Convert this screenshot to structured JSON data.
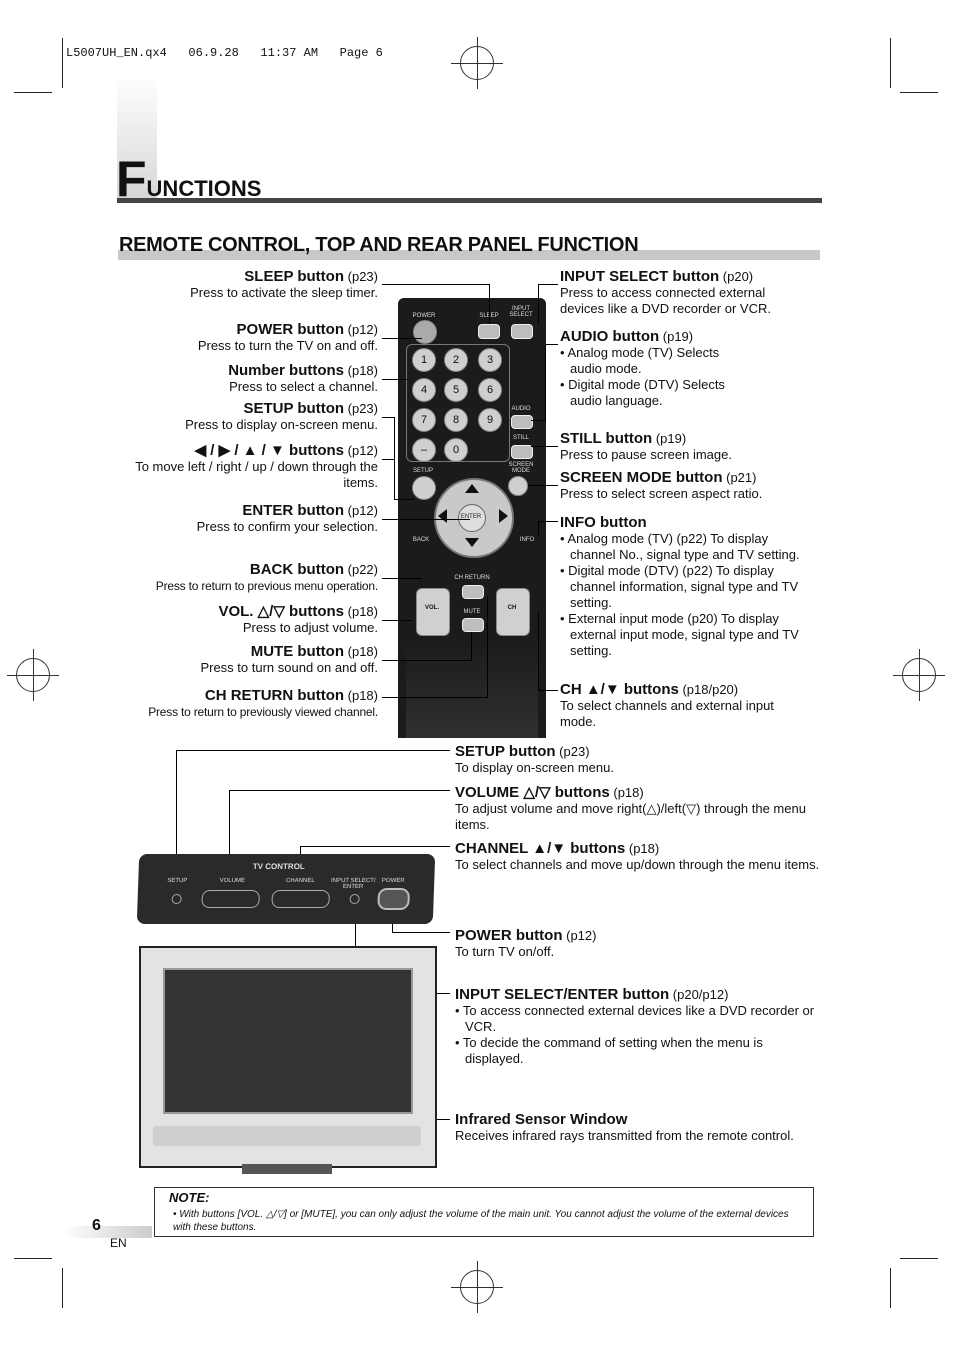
{
  "print_slug": "L5007UH_EN.qx4   06.9.28   11:37 AM   Page 6",
  "title": {
    "initial": "F",
    "rest": "UNCTIONS"
  },
  "section_title": "REMOTE CONTROL, TOP AND REAR PANEL FUNCTION",
  "left_callouts": [
    {
      "name": "SLEEP button",
      "ref": "(p23)",
      "desc": "Press to activate the sleep timer."
    },
    {
      "name": "POWER button",
      "ref": "(p12)",
      "desc": "Press to turn the TV on and off."
    },
    {
      "name": "Number buttons",
      "ref": "(p18)",
      "desc": "Press to select a channel."
    },
    {
      "name": "SETUP button",
      "ref": "(p23)",
      "desc": "Press to display on-screen menu."
    },
    {
      "name": "◀ / ▶ / ▲ / ▼ buttons",
      "ref": "(p12)",
      "desc": "To move left / right / up / down through the items."
    },
    {
      "name": "ENTER button",
      "ref": "(p12)",
      "desc": "Press to confirm your selection."
    },
    {
      "name": "BACK button",
      "ref": "(p22)",
      "desc": "Press to return to previous menu operation."
    },
    {
      "name": "VOL. △/▽ buttons",
      "ref": "(p18)",
      "desc": "Press to adjust volume."
    },
    {
      "name": "MUTE button",
      "ref": "(p18)",
      "desc": "Press to turn sound on and off."
    },
    {
      "name": "CH RETURN button",
      "ref": "(p18)",
      "desc": "Press to return to previously viewed channel."
    }
  ],
  "right_callouts": [
    {
      "name": "INPUT SELECT button",
      "ref": "(p20)",
      "desc": "Press to access connected external devices like a DVD recorder or VCR."
    },
    {
      "name": "AUDIO button",
      "ref": "(p19)",
      "bullets": [
        "• Analog mode (TV) Selects audio mode.",
        "• Digital mode (DTV) Selects audio language."
      ]
    },
    {
      "name": "STILL button",
      "ref": "(p19)",
      "desc": "Press to pause screen image."
    },
    {
      "name": "SCREEN MODE button",
      "ref": "(p21)",
      "desc": "Press to select screen aspect ratio."
    },
    {
      "name": "INFO button",
      "ref": "",
      "bullets": [
        "• Analog mode (TV) (p22) To display channel No., signal type and TV setting.",
        "• Digital mode (DTV) (p22) To display channel information, signal type and TV setting.",
        "• External input mode (p20) To display external input mode, signal type and TV setting."
      ]
    },
    {
      "name": "CH ▲/▼ buttons",
      "ref": "(p18/p20)",
      "desc": "To select channels and external input mode."
    }
  ],
  "panel_callouts": [
    {
      "name": "SETUP button",
      "ref": "(p23)",
      "desc": "To display on-screen menu."
    },
    {
      "name": "VOLUME △/▽ buttons",
      "ref": "(p18)",
      "desc": "To adjust volume and move right(△)/left(▽) through the menu items."
    },
    {
      "name": "CHANNEL ▲/▼ buttons",
      "ref": "(p18)",
      "desc": "To select channels and move up/down through the menu items."
    },
    {
      "name": "POWER button",
      "ref": "(p12)",
      "desc": "To turn TV on/off."
    },
    {
      "name": "INPUT SELECT/ENTER button",
      "ref": "(p20/p12)",
      "bullets": [
        "• To access connected external devices like a DVD recorder or VCR.",
        "• To decide the command of setting when the menu is displayed."
      ]
    },
    {
      "name": "Infrared Sensor Window",
      "ref": "",
      "desc": "Receives infrared rays transmitted from the remote control."
    }
  ],
  "remote_labels": {
    "power": "POWER",
    "sleep": "SLEEP",
    "input_select": "INPUT SELECT",
    "audio": "AUDIO",
    "still": "STILL",
    "setup": "SETUP",
    "screen_mode": "SCREEN MODE",
    "enter": "ENTER",
    "back": "BACK",
    "info": "INFO",
    "ch_return": "CH RETURN",
    "vol": "VOL.",
    "mute": "MUTE",
    "ch": "CH",
    "digits": [
      "1",
      "2",
      "3",
      "4",
      "5",
      "6",
      "7",
      "8",
      "9",
      "–",
      "0"
    ]
  },
  "panel_labels": {
    "tv_control": "TV CONTROL",
    "setup": "SETUP",
    "volume": "VOLUME",
    "channel": "CHANNEL",
    "input_select": "INPUT SELECT/ ENTER",
    "power": "POWER"
  },
  "note": {
    "label": "NOTE:",
    "text": "• With buttons [VOL. △/▽] or [MUTE], you can only adjust the volume of the main unit. You cannot adjust the volume of the external devices with these buttons."
  },
  "page_number": "6",
  "lang": "EN"
}
